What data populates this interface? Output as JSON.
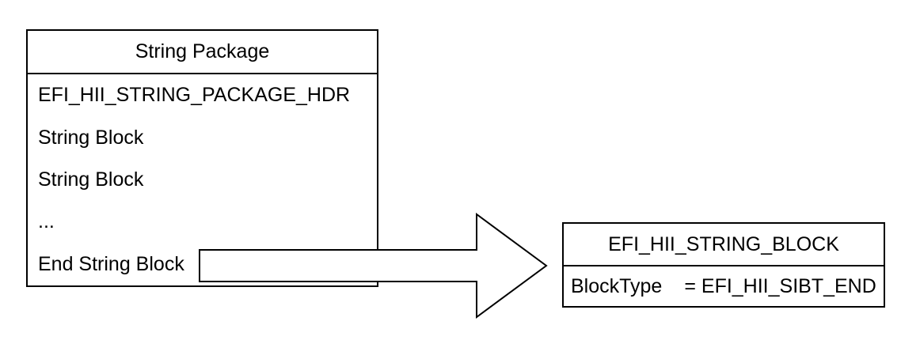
{
  "colors": {
    "background": "#ffffff",
    "line": "#000000",
    "text": "#000000"
  },
  "package_box": {
    "title": "String Package",
    "rows": [
      "EFI_HII_STRING_PACKAGE_HDR",
      "String Block",
      "String Block",
      "...",
      "End String Block"
    ]
  },
  "icons": {
    "arrow": "block-arrow-right"
  },
  "detail_box": {
    "title": "EFI_HII_STRING_BLOCK",
    "field_label": "BlockType",
    "field_value": "= EFI_HII_SIBT_END"
  }
}
